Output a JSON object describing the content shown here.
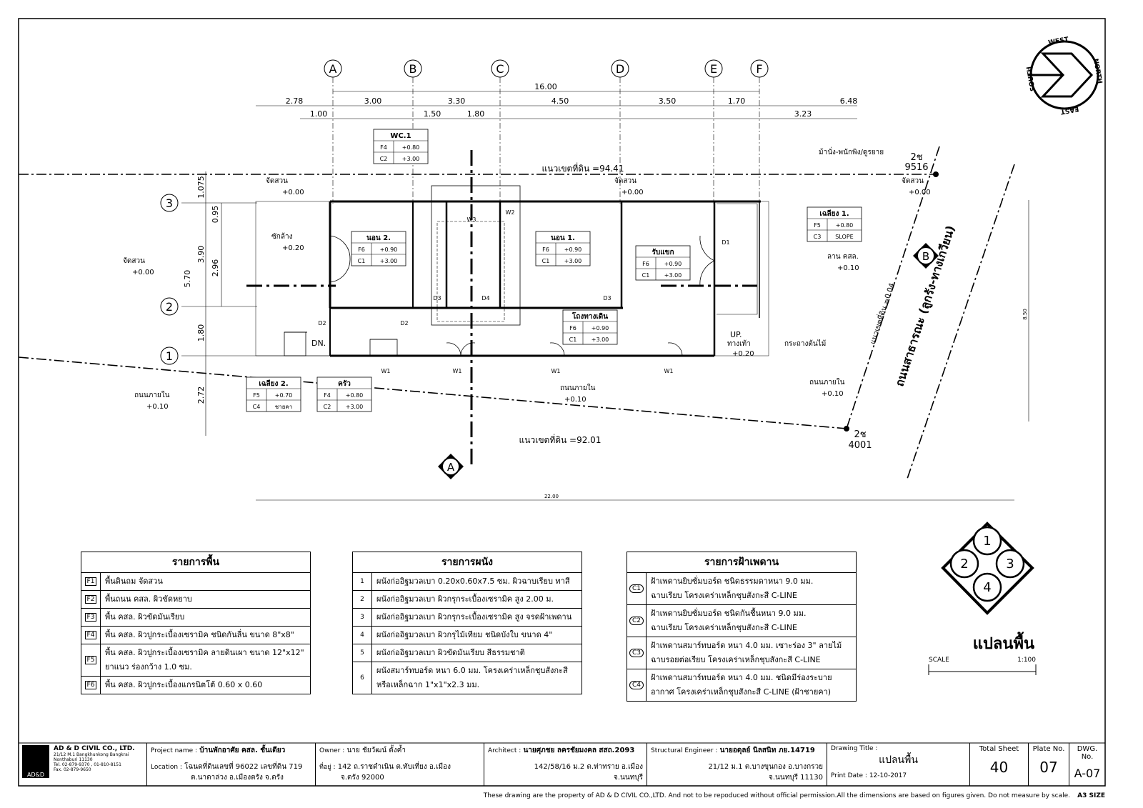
{
  "grid": {
    "columns": [
      "A",
      "B",
      "C",
      "D",
      "E",
      "F"
    ],
    "rows": [
      "1",
      "2",
      "3"
    ],
    "compass_right": "B",
    "compass_bottom": "A"
  },
  "dims": {
    "total": "16.00",
    "top": [
      "2.78",
      "3.00",
      "3.30",
      "4.50",
      "3.50",
      "1.70",
      "6.48"
    ],
    "second": [
      "1.00",
      "1.50",
      "1.80",
      "3.23"
    ],
    "left_total": "5.70",
    "left": [
      "1.075",
      "0.95",
      "3.90",
      "2.96",
      "1.80",
      "2.72"
    ],
    "bottom": "22.00",
    "right": "8.50"
  },
  "boundary": {
    "top": "แนวเขตที่ดิน =94.41",
    "bottom": "แนวเขตที่ดิน =92.01",
    "diag": "แนวเขตที่ดิน =0.04",
    "marker_top": [
      "2ช",
      "9516"
    ],
    "marker_bottom": [
      "2ช",
      "4001"
    ]
  },
  "labels": {
    "garden1": "จัดสวน",
    "garden1_lv": "+0.00",
    "garden2": "จัดสวน",
    "garden2_lv": "+0.00",
    "garden3": "จัดสวน",
    "garden3_lv": "+0.00",
    "garden4": "จัดสวน",
    "garden4_lv": "+0.00",
    "wash": "ซักล้าง",
    "wash_lv": "+0.20",
    "bench": "ม้านั่ง-พนักพิง/ดูรยาย",
    "yard": "ลาน คสล.",
    "yard_lv": "+0.10",
    "road1": "ถนนภายใน",
    "road1_lv": "+0.10",
    "road2": "ถนนภายใน",
    "road2_lv": "+0.10",
    "road3": "ถนนภายใน",
    "road3_lv": "+0.10",
    "dn": "DN.",
    "up": "UP.",
    "entry": "ทางเท้า",
    "entry_lv": "+0.20",
    "planter": "กระถางต้นไม้",
    "road_name": "ถนนสาธารณะ (ลูกรัง-ทางเกวียน)"
  },
  "room_tags": [
    {
      "name": "WC.1",
      "f": "F4",
      "fv": "+0.80",
      "c": "C2",
      "cv": "+3.00"
    },
    {
      "name": "นอน 2.",
      "f": "F6",
      "fv": "+0.90",
      "c": "C1",
      "cv": "+3.00"
    },
    {
      "name": "นอน 1.",
      "f": "F6",
      "fv": "+0.90",
      "c": "C1",
      "cv": "+3.00"
    },
    {
      "name": "รับแขก",
      "f": "F6",
      "fv": "+0.90",
      "c": "C1",
      "cv": "+3.00"
    },
    {
      "name": "เฉลียง 1.",
      "f": "F5",
      "fv": "+0.80",
      "c": "C3",
      "cv": "SLOPE"
    },
    {
      "name": "โถงทางเดิน",
      "f": "F6",
      "fv": "+0.90",
      "c": "C1",
      "cv": "+3.00"
    },
    {
      "name": "เฉลียง 2.",
      "f": "F5",
      "fv": "+0.70",
      "c": "C4",
      "cv": "ชายคา"
    },
    {
      "name": "ครัว",
      "f": "F4",
      "fv": "+0.80",
      "c": "C2",
      "cv": "+3.00"
    }
  ],
  "doors": [
    "D1",
    "D2",
    "D2",
    "D3",
    "D3",
    "D4",
    "W1",
    "W1",
    "W1",
    "W1",
    "W2",
    "W3"
  ],
  "floor_list": {
    "title": "รายการพื้น",
    "items": [
      {
        "code": "F1",
        "text": "พื้นดินถม จัดสวน"
      },
      {
        "code": "F2",
        "text": "พื้นถนน คสล. ผิวขัดหยาบ"
      },
      {
        "code": "F3",
        "text": "พื้น คสล. ผิวขัดมันเรียบ"
      },
      {
        "code": "F4",
        "text": "พื้น คสล. ผิวปูกระเบื้องเซรามิค ชนิดกันลื่น ขนาด 8\"x8\""
      },
      {
        "code": "F5",
        "text": "พื้น คสล. ผิวปูกระเบื้องเซรามิค ลายดินเผา ขนาด 12\"x12\"",
        "text2": "ยาแนว ร่องกว้าง 1.0 ซม."
      },
      {
        "code": "F6",
        "text": "พื้น คสล. ผิวปูกระเบื้องแกรนิตโต้ 0.60 x 0.60"
      }
    ]
  },
  "wall_list": {
    "title": "รายการผนัง",
    "items": [
      {
        "code": "1",
        "text": "ผนังก่ออิฐมวลเบา 0.20x0.60x7.5 ซม. ผิวฉาบเรียบ ทาสี"
      },
      {
        "code": "2",
        "text": "ผนังก่ออิฐมวลเบา ผิวกรุกระเบื้องเซรามิค สูง 2.00 ม."
      },
      {
        "code": "3",
        "text": "ผนังก่ออิฐมวลเบา ผิวกรุกระเบื้องเซรามิค สูง จรดฝ้าเพดาน"
      },
      {
        "code": "4",
        "text": "ผนังก่ออิฐมวลเบา ผิวกรุไม้เทียม ชนิดบังใบ ขนาด 4\""
      },
      {
        "code": "5",
        "text": "ผนังก่ออิฐมวลเบา ผิวขัดมันเรียบ สีธรรมชาติ"
      },
      {
        "code": "6",
        "text": "ผนังสมาร์ทบอร์ด หนา 6.0 มม. โครงเคร่าเหล็กชุบสังกะสี",
        "text2": "หรือเหล็กฉาก 1\"x1\"x2.3 มม."
      }
    ]
  },
  "ceiling_list": {
    "title": "รายการฝ้าเพดาน",
    "items": [
      {
        "code": "C1",
        "text": "ฝ้าเพดานยิบซั่มบอร์ด ชนิดธรรมดาหนา 9.0 มม.",
        "text2": "ฉาบเรียบ โครงเคร่าเหล็กชุบสังกะสี C-LINE"
      },
      {
        "code": "C2",
        "text": "ฝ้าเพดานยิบซั่มบอร์ด ชนิดกันชื้นหนา 9.0 มม.",
        "text2": "ฉาบเรียบ โครงเคร่าเหล็กชุบสังกะสี C-LINE"
      },
      {
        "code": "C3",
        "text": "ฝ้าเพดานสมาร์ทบอร์ด หนา 4.0 มม. เซาะร่อง 3\" ลายไม้",
        "text2": "ฉาบรอยต่อเรียบ โครงเคร่าเหล็กชุบสังกะสี C-LINE"
      },
      {
        "code": "C4",
        "text": "ฝ้าเพดานสมาร์ทบอร์ด หนา 4.0 มม. ชนิดมีร่องระบาย",
        "text2": "อากาศ โครงเคร่าเหล็กชุบสังกะสี C-LINE (ฝ้าชายคา)"
      }
    ]
  },
  "key_plan": {
    "n1": "1",
    "n2": "2",
    "n3": "3",
    "n4": "4"
  },
  "compass_words": [
    "WEST",
    "NORTH",
    "EAST",
    "SOUTH"
  ],
  "plan_title": "แปลนพื้น",
  "scale_label": "SCALE",
  "scale_value": "1:100",
  "title_block": {
    "company": "AD & D CIVIL CO., LTD.",
    "company_addr": [
      "21/12 M.1 Bangkhunkong Bangkrai",
      "Nonthaburi 11130",
      "Tel. 02-879-9370 , 01-810-8151",
      "Fax. 02-879-9650"
    ],
    "logo": "AD&D",
    "project_label": "Project name :",
    "project": "บ้านพักอาศัย คสล. ชั้นเดียว",
    "location_label": "Location :",
    "location": [
      "โฉนดที่ดินเลขที่ 96022 เลขที่ดิน 719",
      "ต.นาตาล่วง อ.เมืองตรัง จ.ตรัง"
    ],
    "owner_label": "Owner :",
    "owner": "นาย ชัยวัฒน์ ตั้งค้ำ",
    "addr_label": "ที่อยู่ :",
    "addr": [
      "142 ถ.ราชดำเนิน ต.ทับเที่ยง อ.เมือง",
      "จ.ตรัง 92000"
    ],
    "architect_label": "Architect :",
    "architect": "นายศุภชย ลครชัยมงคล สสถ.2093",
    "architect_addr": [
      "142/58/16 ม.2 ต.ท่าทราย อ.เมือง",
      "จ.นนทบุรี"
    ],
    "struct_label": "Structural Engineer :",
    "struct": "นายอดุลย์ นิลสนิท ภย.14719",
    "struct_addr": [
      "21/12 ม.1 ต.บางขุนกอง อ.บางกรวย",
      "จ.นนทบุรี 11130"
    ],
    "drawing_title_label": "Drawing Title :",
    "drawing_title": "แปลนพื้น",
    "print_date": "Print Date :  12-10-2017",
    "total_sheet_label": "Total Sheet",
    "total_sheet": "40",
    "plate_label": "Plate No.",
    "plate": "07",
    "dwg_label": "DWG. No.",
    "dwg": "A-07"
  },
  "footer": "These drawing are the property of AD & D CIVIL CO.,LTD. And not to be repoduced without official permission.All the dimensions are based on figures given. Do not measure by scale.",
  "footer_size": "A3 SIZE"
}
